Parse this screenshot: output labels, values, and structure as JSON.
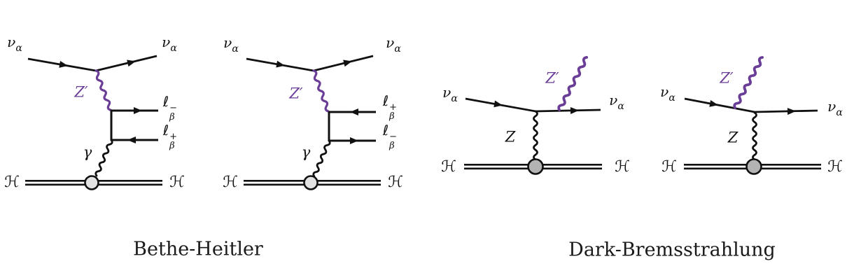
{
  "figure": {
    "captions": {
      "bethe_heitler": "Bethe-Heitler",
      "dark_bremsstrahlung": "Dark-Bremsstrahlung"
    },
    "symbols": {
      "nu": "ν",
      "alpha": "α",
      "ell": "ℓ",
      "beta": "β",
      "plus": "+",
      "minus": "−",
      "z_prime": "Z′",
      "z": "Z",
      "gamma": "γ",
      "hadron": "ℋ"
    },
    "colors": {
      "line": "#111111",
      "z_prime": "#6a3d96",
      "blob_bh_fill": "#e2e2e2",
      "blob_db_fill": "#b3b3b3"
    }
  }
}
